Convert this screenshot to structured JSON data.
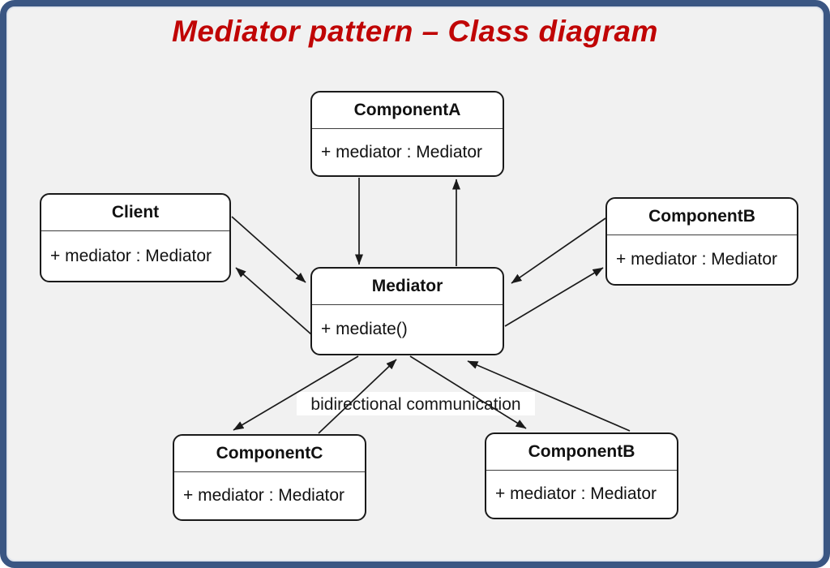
{
  "page": {
    "title": "Mediator pattern – Class diagram",
    "colors": {
      "frame": "#3a5683",
      "canvas": "#f1f1f1",
      "title": "#c00505",
      "line": "#1a1a1a",
      "box-fill": "#ffffff",
      "box-border": "#1a1a1a"
    }
  },
  "diagram": {
    "classes": [
      {
        "id": "component-a",
        "name": "ComponentA",
        "attribute": "+ mediator : Mediator"
      },
      {
        "id": "client",
        "name": "Client",
        "attribute": "+ mediator : Mediator"
      },
      {
        "id": "component-b-right",
        "name": "ComponentB",
        "attribute": "+ mediator : Mediator"
      },
      {
        "id": "mediator",
        "name": "Mediator",
        "attribute": "+ mediate()"
      },
      {
        "id": "component-c",
        "name": "ComponentC",
        "attribute": "+ mediator : Mediator"
      },
      {
        "id": "component-b-bottom",
        "name": "ComponentB",
        "attribute": "+ mediator : Mediator"
      }
    ],
    "annotation": "bidirectional communication",
    "arrows": [
      {
        "from": "ComponentA",
        "to": "Mediator"
      },
      {
        "from": "Mediator",
        "to": "ComponentA"
      },
      {
        "from": "Client",
        "to": "Mediator"
      },
      {
        "from": "Mediator",
        "to": "Client"
      },
      {
        "from": "ComponentB (right)",
        "to": "Mediator"
      },
      {
        "from": "Mediator",
        "to": "ComponentB (right)"
      },
      {
        "from": "Mediator",
        "to": "ComponentC"
      },
      {
        "from": "ComponentC",
        "to": "Mediator"
      },
      {
        "from": "Mediator",
        "to": "ComponentB (bottom)"
      },
      {
        "from": "ComponentB (bottom)",
        "to": "Mediator"
      }
    ]
  }
}
